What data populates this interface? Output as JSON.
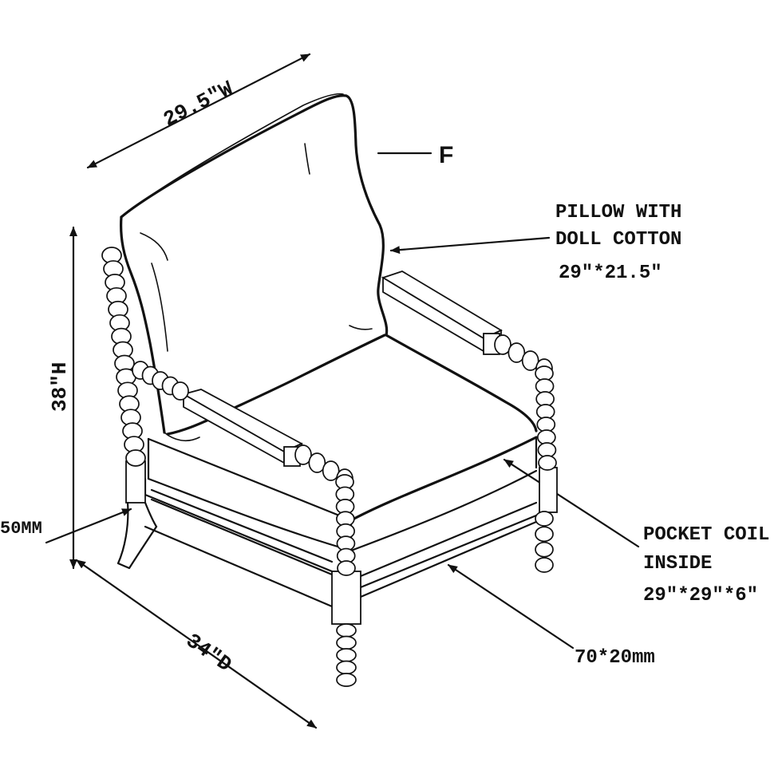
{
  "labels": {
    "width": "29.5\"W",
    "height": "38\"H",
    "depth": "34\"D",
    "leg": "50MM",
    "fabric_code": "F",
    "pillow_line1": "PILLOW WITH",
    "pillow_line2": "DOLL COTTON",
    "pillow_line3": "29\"*21.5\"",
    "coil_line1": "POCKET COIL",
    "coil_line2": "INSIDE",
    "coil_line3": "29\"*29\"*6\"",
    "rail": "70*20mm"
  },
  "colors": {
    "ink": "#111111",
    "paper": "#ffffff"
  }
}
